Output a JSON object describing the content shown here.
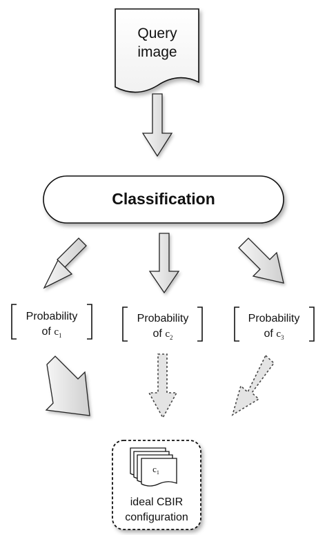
{
  "query": {
    "line1": "Query",
    "line2": "image"
  },
  "classification": {
    "label": "Classification"
  },
  "probabilities": [
    {
      "line1": "Probability",
      "prefix": "of ",
      "symbol": "c",
      "subscript": "1"
    },
    {
      "line1": "Probability",
      "prefix": "of ",
      "symbol": "c",
      "subscript": "2"
    },
    {
      "line1": "Probability",
      "prefix": "of ",
      "symbol": "c",
      "subscript": "3"
    }
  ],
  "output": {
    "doc_symbol": "c",
    "doc_subscript": "1",
    "line1": "ideal CBIR",
    "line2": "configuration"
  }
}
